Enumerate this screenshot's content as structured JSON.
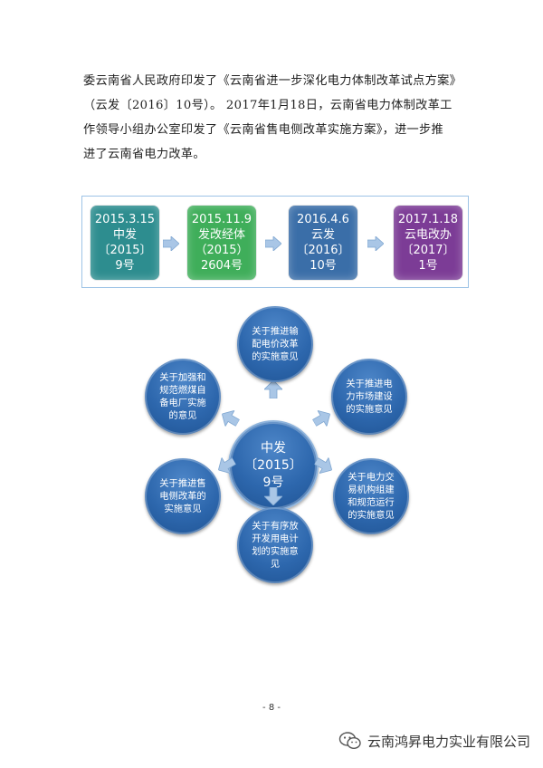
{
  "paragraph": {
    "lines": [
      "委云南省人民政府印发了《云南省进一步深化电力体制改革试点方案》",
      "（云发〔2016〕10号）。 2017年1月18日，云南省电力体制改革工",
      "作领导小组办公室印发了《云南省售电侧改革实施方案》，进一步推",
      "进了云南省电力改革。"
    ]
  },
  "timeline": {
    "boxes": [
      {
        "line1": "2015.3.15",
        "line2": "中发",
        "line3": "〔2015〕",
        "line4": "9号",
        "color": "#2d8d8f"
      },
      {
        "line1": "2015.11.9",
        "line2": "发改经体",
        "line3": "（2015）",
        "line4": "2604号",
        "color": "#3fae5a"
      },
      {
        "line1": "2016.4.6",
        "line2": "云发",
        "line3": "〔2016〕",
        "line4": "10号",
        "color": "#3a6ea8"
      },
      {
        "line1": "2017.1.18",
        "line2": "云电改办",
        "line3": "〔2017〕",
        "line4": "1号",
        "color": "#7c3c96"
      }
    ]
  },
  "diagram": {
    "center": {
      "line1": "中发",
      "line2": "〔2015〕",
      "line3": "9号"
    },
    "items": [
      {
        "lines": [
          "关于推进输",
          "配电价改革",
          "的实施意见"
        ]
      },
      {
        "lines": [
          "关于推进电",
          "力市场建设",
          "的实施意见"
        ]
      },
      {
        "lines": [
          "关于电力交",
          "易机构组建",
          "和规范运行",
          "的实施意见"
        ]
      },
      {
        "lines": [
          "关于有序放",
          "开发用电计",
          "划的实施意",
          "见"
        ]
      },
      {
        "lines": [
          "关于推进售",
          "电侧改革的",
          "实施意见"
        ]
      },
      {
        "lines": [
          "关于加强和",
          "规范燃煤自",
          "备电厂实施",
          "的意见"
        ]
      }
    ]
  },
  "footer": {
    "page_number": "- 8 -",
    "brand": "云南鸿昇电力实业有限公司",
    "brand_icon": "wechat-icon"
  },
  "colors": {
    "arrow": "#a9c6e6",
    "circle": "#2d67ad",
    "frame": "#9dc3e6"
  }
}
